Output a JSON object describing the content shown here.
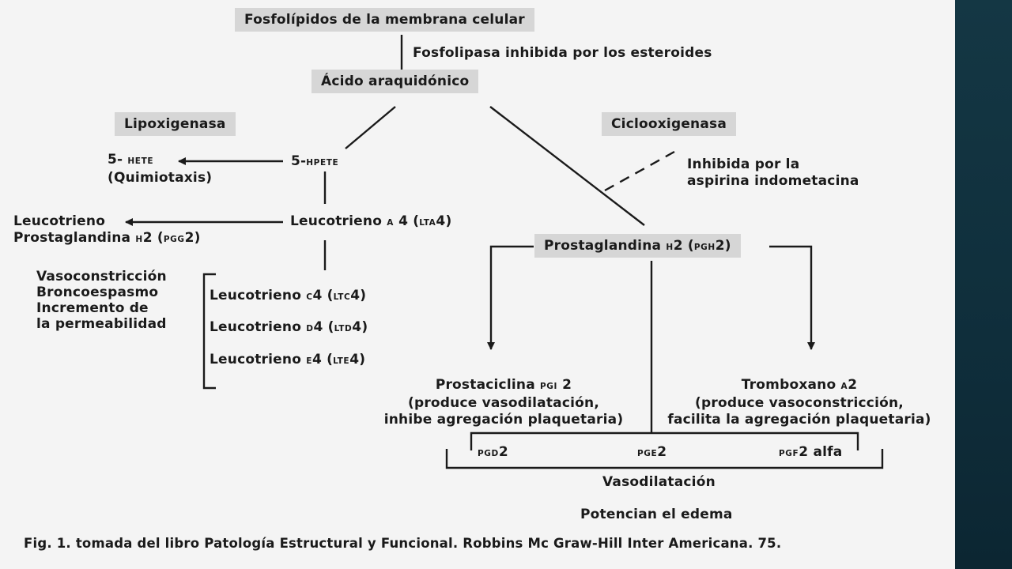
{
  "diagram": {
    "root": "Fosfolípidos de la membrana celular",
    "enzyme_phospholipase": "Fosfolipasa inhibida por los esteroides",
    "arachidonic": "Ácido araquidónico",
    "lipoxygenase": "Lipoxigenasa",
    "cyclooxygenase": "Ciclooxigenasa",
    "inhibited": [
      "Inhibida por la",
      "aspirina indometacina"
    ],
    "hpete": {
      "main": "5-",
      "small": "HPETE"
    },
    "hete": {
      "main": "5-",
      "small": "HETE",
      "sub": "(Quimiotaxis)"
    },
    "lta4": {
      "main": "Leucotrieno",
      "small1": "A",
      "num": "4 (",
      "small2": "LTA",
      "tail": "4)"
    },
    "left_out": {
      "line1": "Leucotrieno",
      "line2_main": "Prostaglandina",
      "line2_small1": "H",
      "line2_num": "2 (",
      "line2_small2": "PGG",
      "line2_tail": "2)"
    },
    "effects": [
      "Vasoconstricción",
      "Broncoespasmo",
      "Incremento de",
      "la permeabilidad"
    ],
    "ltc4": {
      "main": "Leucotrieno",
      "small1": "C",
      "num": "4 (",
      "small2": "LTC",
      "tail": "4)"
    },
    "ltd4": {
      "main": "Leucotrieno",
      "small1": "D",
      "num": "4 (",
      "small2": "LTD",
      "tail": "4)"
    },
    "lte4": {
      "main": "Leucotrieno",
      "small1": "E",
      "num": "4 (",
      "small2": "LTE",
      "tail": "4)"
    },
    "pgh2": {
      "main": "Prostaglandina",
      "small1": "H",
      "num": "2 (",
      "small2": "PGH",
      "tail": "2)"
    },
    "prostacyclin": {
      "main": "Prostaciclina",
      "small": "PGI",
      "num": "2",
      "line2": "(produce vasodilatación,",
      "line3": "inhibe agregación plaquetaria)"
    },
    "thromboxane": {
      "main": "Tromboxano",
      "small": "A",
      "num": "2",
      "line2": "(produce vasoconstricción,",
      "line3": "facilita la agregación plaquetaria)"
    },
    "pgd2": {
      "small": "PGD",
      "num": "2"
    },
    "pge2": {
      "small": "PGE",
      "num": "2"
    },
    "pgf2": {
      "small": "PGF",
      "num": "2 alfa"
    },
    "vasodilation": "Vasodilatación",
    "edema": "Potencian el edema",
    "caption": "Fig. 1. tomada del libro Patología Estructural y Funcional. Robbins  Mc Graw-Hill Inter Americana. 75."
  },
  "colors": {
    "box": "#d6d6d6",
    "ink": "#1a1a1a",
    "sidebar": "#123543",
    "background": "#f4f4f4"
  }
}
